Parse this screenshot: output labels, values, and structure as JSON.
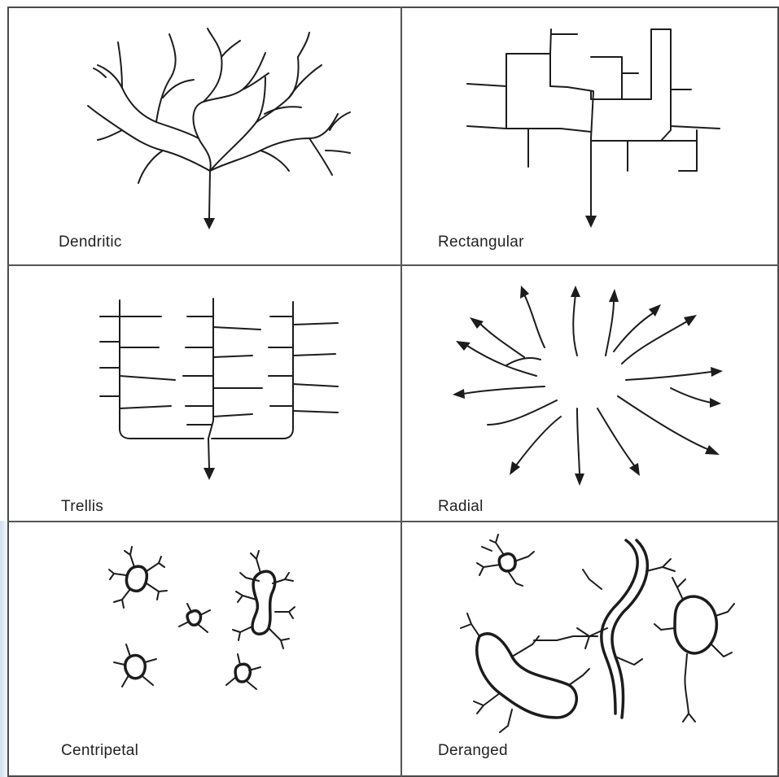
{
  "panels": [
    {
      "id": "dendritic",
      "label": "Dendritic"
    },
    {
      "id": "rectangular",
      "label": "Rectangular"
    },
    {
      "id": "trellis",
      "label": "Trellis"
    },
    {
      "id": "radial",
      "label": "Radial"
    },
    {
      "id": "centripetal",
      "label": "Centripetal"
    },
    {
      "id": "deranged",
      "label": "Deranged"
    }
  ],
  "colors": {
    "line": "#1c1c1c",
    "border": "#4a4a4a",
    "background": "#ffffff"
  }
}
